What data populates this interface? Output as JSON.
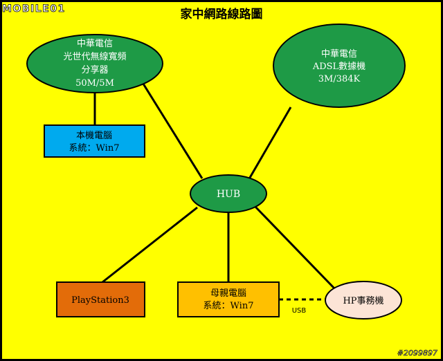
{
  "watermark": {
    "logo_text": "MOBILE01",
    "post_id": "#2099897"
  },
  "title": "家中網路線路圖",
  "colors": {
    "background": "#ffff00",
    "frame": "#000000",
    "green_node": "#1e9a46",
    "blue_box": "#00aaee",
    "orange_box": "#e36c09",
    "light_orange_box": "#ffc000",
    "printer_ellipse": "#fce4d6"
  },
  "nodes": {
    "fiber_router": {
      "line1": "中華電信",
      "line2": "光世代無線寬頻",
      "line3": "分享器",
      "line4": "50M/5M"
    },
    "adsl_modem": {
      "line1": "中華電信",
      "line2": "ADSL數據機",
      "line3": "3M/384K"
    },
    "local_pc": {
      "line1": "本機電腦",
      "line2": "系統：Win7"
    },
    "hub": {
      "label": "HUB"
    },
    "playstation": {
      "label": "PlayStation3"
    },
    "mother_pc": {
      "line1": "母親電腦",
      "line2": "系統：Win7"
    },
    "printer": {
      "label": "HP事務機"
    }
  },
  "links": {
    "usb_label": "USB"
  }
}
